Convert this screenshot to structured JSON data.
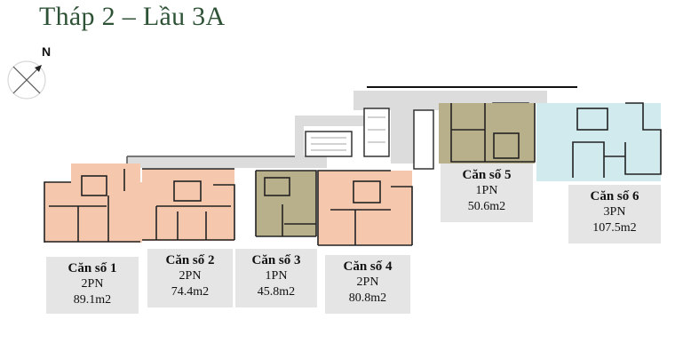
{
  "title": "Tháp 2 – Lầu 3A",
  "compass": {
    "north_label": "N"
  },
  "colors": {
    "title": "#2e5235",
    "unit_peach": "#f5c7ac",
    "unit_olive": "#b8b08a",
    "unit_blue": "#d0eaee",
    "corridor": "#dcdcdc",
    "label_bg": "#e5e5e5"
  },
  "units": [
    {
      "name": "Căn số 1",
      "rooms": "2PN",
      "area": "89.1m2"
    },
    {
      "name": "Căn số 2",
      "rooms": "2PN",
      "area": "74.4m2"
    },
    {
      "name": "Căn số 3",
      "rooms": "1PN",
      "area": "45.8m2"
    },
    {
      "name": "Căn số 4",
      "rooms": "2PN",
      "area": "80.8m2"
    },
    {
      "name": "Căn số 5",
      "rooms": "1PN",
      "area": "50.6m2"
    },
    {
      "name": "Căn số 6",
      "rooms": "3PN",
      "area": "107.5m2"
    }
  ]
}
